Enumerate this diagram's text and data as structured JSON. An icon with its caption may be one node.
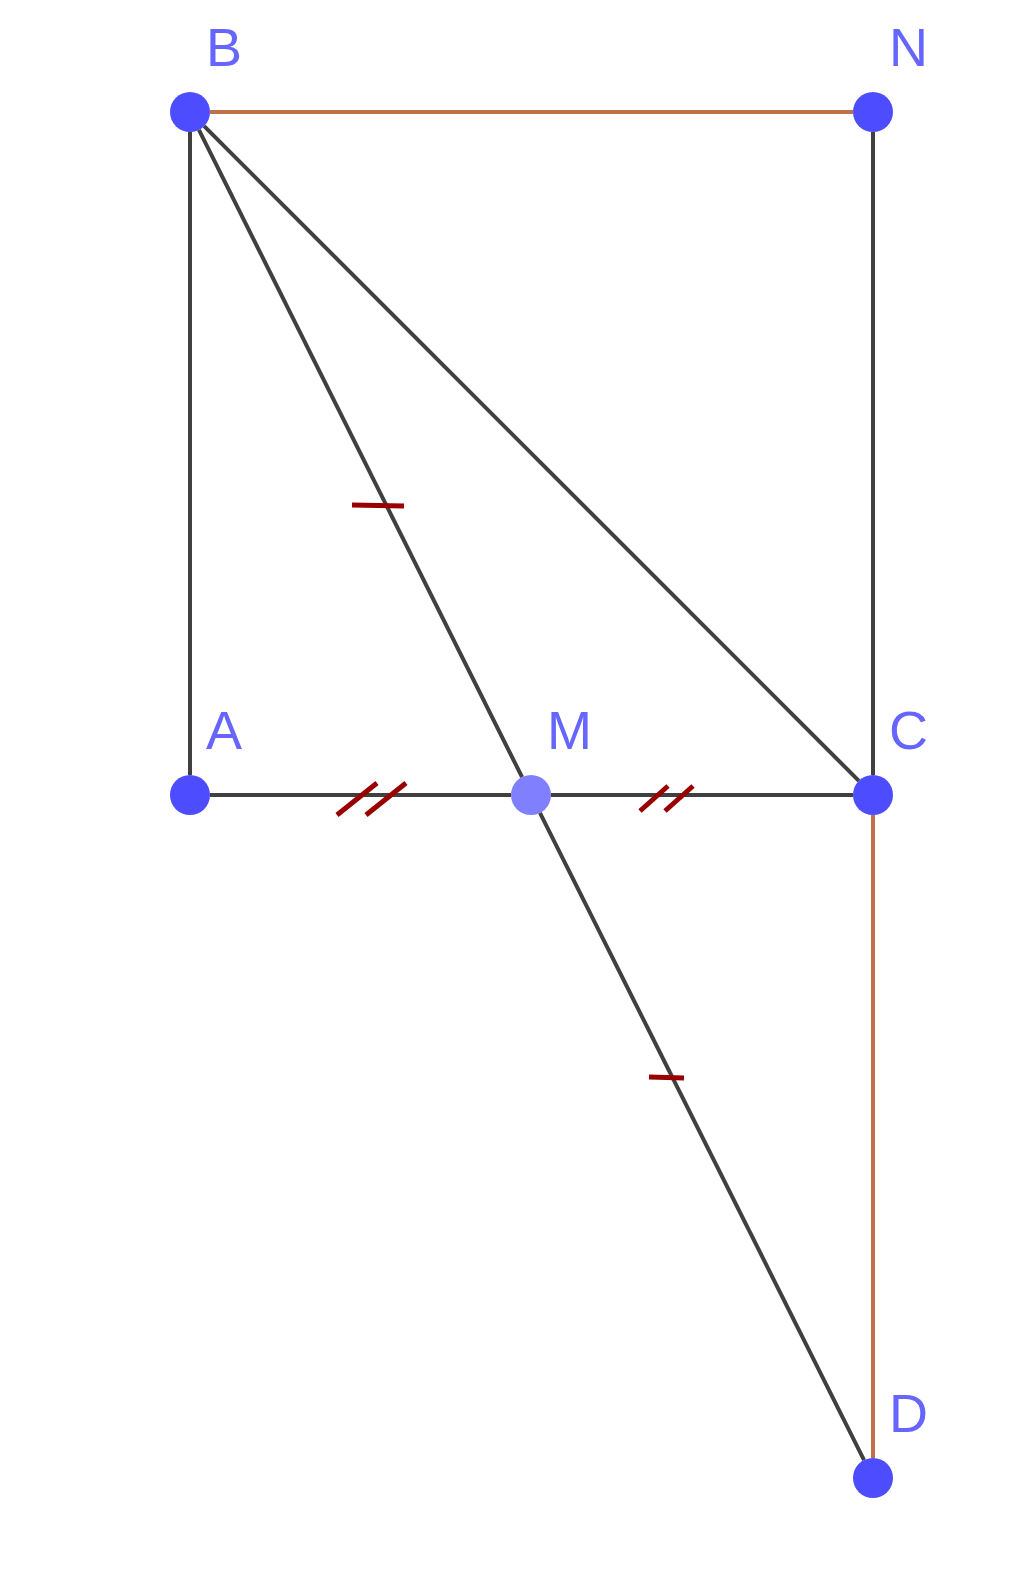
{
  "diagram": {
    "nodes": [
      {
        "text": [
          "B"
        ]
      },
      {
        "text": [
          "N"
        ]
      },
      {
        "text": [
          "A"
        ]
      },
      {
        "text": [
          "M"
        ]
      },
      {
        "text": [
          "C"
        ]
      },
      {
        "text": [
          "D"
        ]
      }
    ],
    "edges": [
      {
        "from": 0,
        "to": 1,
        "arrow": "none",
        "color": "#c0704a"
      },
      {
        "from": 0,
        "to": 2,
        "arrow": "none"
      },
      {
        "from": 0,
        "to": 4,
        "arrow": "none"
      },
      {
        "from": 0,
        "to": 3,
        "arrow": "none"
      },
      {
        "from": 3,
        "to": 5,
        "arrow": "none"
      },
      {
        "from": 1,
        "to": 4,
        "arrow": "none"
      },
      {
        "from": 2,
        "to": 3,
        "arrow": "none"
      },
      {
        "from": 3,
        "to": 4,
        "arrow": "none"
      },
      {
        "from": 4,
        "to": 5,
        "arrow": "none",
        "color": "#c0704a"
      }
    ]
  }
}
